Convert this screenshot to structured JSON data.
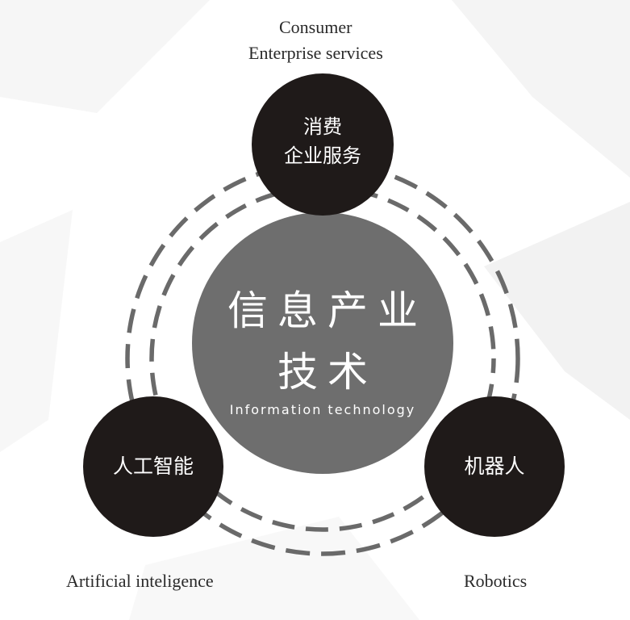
{
  "top_node": {
    "label_en_line1": "Consumer",
    "label_en_line2": "Enterprise services",
    "label_cn_line1": "消费",
    "label_cn_line2": "企业服务"
  },
  "center_node": {
    "title_line1": "信息产业",
    "title_line2": "技术",
    "subtitle": "Information technology"
  },
  "left_node": {
    "label_cn": "人工智能",
    "label_en": "Artificial inteligence"
  },
  "right_node": {
    "label_cn": "机器人",
    "label_en": "Robotics"
  },
  "colors": {
    "dark_circle": "#1f1a19",
    "center_circle": "#6e6e6e",
    "dash_ring": "#6a6a6a",
    "background": "#ffffff"
  }
}
